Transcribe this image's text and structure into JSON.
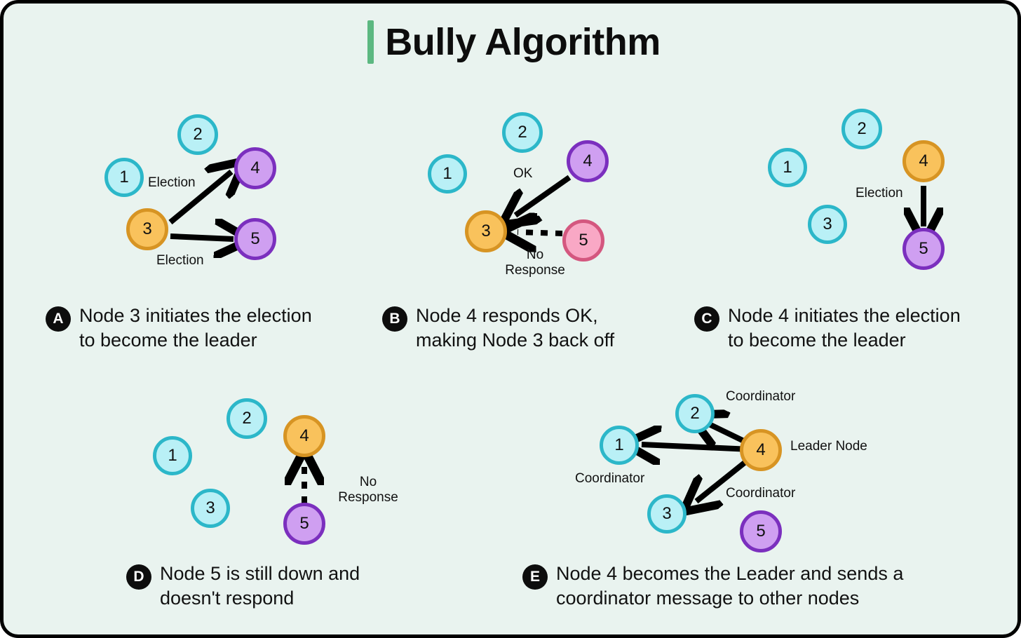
{
  "header": {
    "title": "Bully Algorithm",
    "accent_color": "#5cb881"
  },
  "theme": {
    "background": "#e9f3ef",
    "border": "#000000",
    "node_cyan_fill": "#b9f0f6",
    "node_cyan_border": "#2cb7c9",
    "node_orange_fill": "#f9c25c",
    "node_orange_border": "#d79423",
    "node_purple_fill": "#cf9ff1",
    "node_purple_border": "#7b2fbe",
    "node_pink_fill": "#f9a8c5",
    "node_pink_border": "#d4577f",
    "arrow_color": "#000000"
  },
  "panels": [
    {
      "id": "A",
      "badge": "A",
      "caption": "Node 3 initiates the election\nto become the leader",
      "nodes": [
        {
          "label": "1",
          "color": "cyan"
        },
        {
          "label": "2",
          "color": "cyan"
        },
        {
          "label": "3",
          "color": "orange"
        },
        {
          "label": "4",
          "color": "purple"
        },
        {
          "label": "5",
          "color": "purple"
        }
      ],
      "edges": [
        {
          "from": "3",
          "to": "4",
          "label": "Election",
          "style": "solid"
        },
        {
          "from": "3",
          "to": "5",
          "label": "Election",
          "style": "solid"
        }
      ]
    },
    {
      "id": "B",
      "badge": "B",
      "caption": "Node 4 responds OK,\nmaking Node 3 back off",
      "nodes": [
        {
          "label": "1",
          "color": "cyan"
        },
        {
          "label": "2",
          "color": "cyan"
        },
        {
          "label": "3",
          "color": "orange"
        },
        {
          "label": "4",
          "color": "purple"
        },
        {
          "label": "5",
          "color": "pink"
        }
      ],
      "edges": [
        {
          "from": "4",
          "to": "3",
          "label": "OK",
          "style": "solid"
        },
        {
          "from": "5",
          "to": "3",
          "label": "No\nResponse",
          "style": "dotted"
        }
      ]
    },
    {
      "id": "C",
      "badge": "C",
      "caption": "Node 4 initiates the election\nto become the leader",
      "nodes": [
        {
          "label": "1",
          "color": "cyan"
        },
        {
          "label": "2",
          "color": "cyan"
        },
        {
          "label": "3",
          "color": "cyan"
        },
        {
          "label": "4",
          "color": "orange"
        },
        {
          "label": "5",
          "color": "purple"
        }
      ],
      "edges": [
        {
          "from": "4",
          "to": "5",
          "label": "Election",
          "style": "solid"
        }
      ]
    },
    {
      "id": "D",
      "badge": "D",
      "caption": "Node 5 is still down and\ndoesn't respond",
      "nodes": [
        {
          "label": "1",
          "color": "cyan"
        },
        {
          "label": "2",
          "color": "cyan"
        },
        {
          "label": "3",
          "color": "cyan"
        },
        {
          "label": "4",
          "color": "orange"
        },
        {
          "label": "5",
          "color": "purple"
        }
      ],
      "edges": [
        {
          "from": "5",
          "to": "4",
          "label": "No\nResponse",
          "style": "dotted"
        }
      ]
    },
    {
      "id": "E",
      "badge": "E",
      "caption": "Node 4 becomes the Leader and sends a\ncoordinator message to other nodes",
      "nodes": [
        {
          "label": "1",
          "color": "cyan"
        },
        {
          "label": "2",
          "color": "cyan"
        },
        {
          "label": "3",
          "color": "cyan"
        },
        {
          "label": "4",
          "color": "orange"
        },
        {
          "label": "5",
          "color": "purple"
        }
      ],
      "edges": [
        {
          "from": "4",
          "to": "1",
          "label": "Coordinator",
          "style": "solid"
        },
        {
          "from": "4",
          "to": "2",
          "label": "Coordinator",
          "style": "solid"
        },
        {
          "from": "4",
          "to": "3",
          "label": "Coordinator",
          "style": "solid"
        }
      ],
      "annotations": [
        {
          "label": "Leader Node",
          "target": "4"
        }
      ]
    }
  ]
}
